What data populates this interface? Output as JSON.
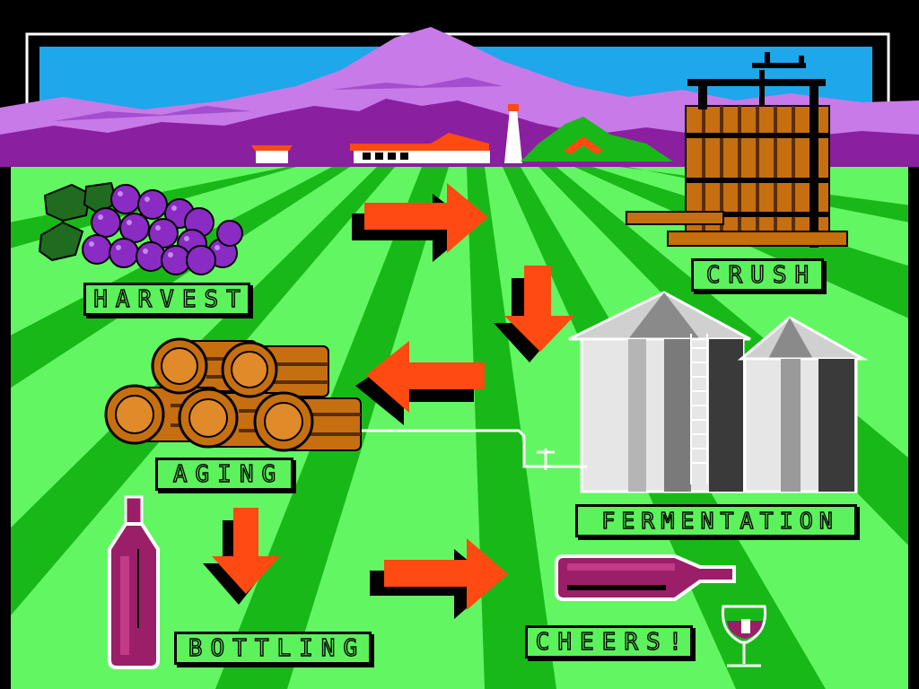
{
  "labels": {
    "harvest": "HARVEST",
    "crush": "CRUSH",
    "aging": "AGING",
    "fermentation": "FERMENTATION",
    "bottling": "BOTTLING",
    "cheers": "CHEERS!"
  },
  "colors": {
    "sky": "#1ea7ea",
    "mountain": "#c87ae8",
    "mountain_dark": "#8a1fa0",
    "field_light": "#62f762",
    "field_dark": "#19b819",
    "arrow": "#ff4a12",
    "grape": "#8a2bc4",
    "barrel": "#c66f10",
    "wine": "#9a1f68"
  },
  "icons": [
    "grapes-icon",
    "wine-press-icon",
    "fermentation-silos-icon",
    "oak-barrels-icon",
    "wine-bottle-icon",
    "bottle-lying-icon",
    "wine-glass-icon",
    "arrow-right-icon",
    "arrow-down-icon",
    "arrow-left-icon"
  ]
}
